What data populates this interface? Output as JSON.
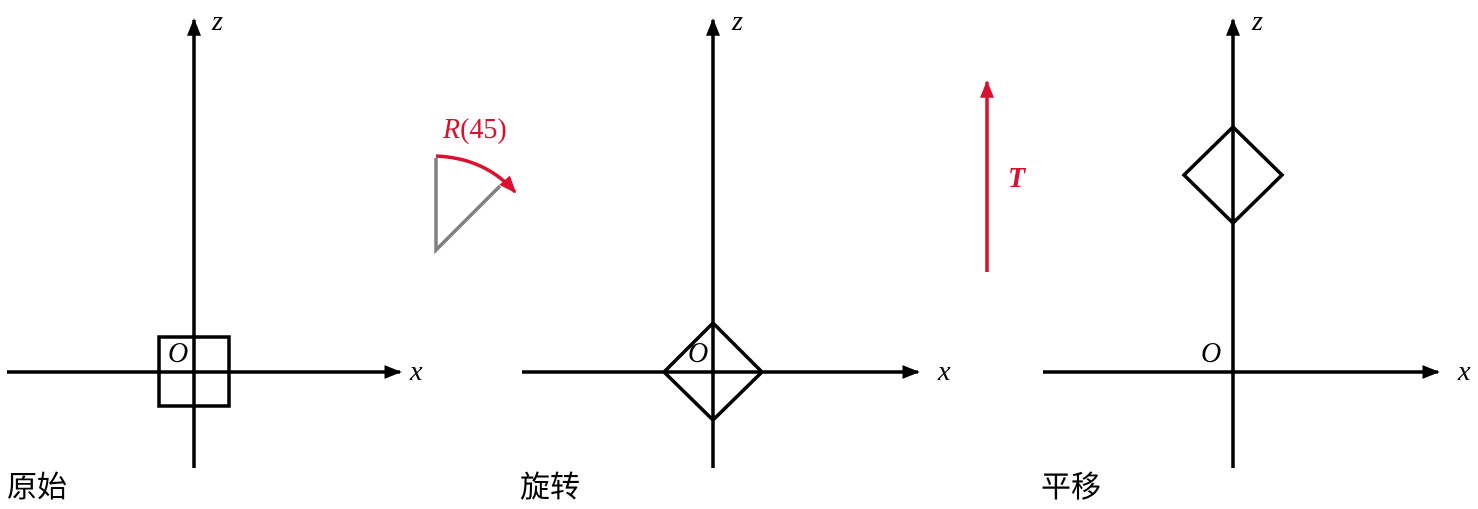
{
  "colors": {
    "axis": "#000000",
    "accent": "#d9102e",
    "guide": "#808080"
  },
  "axis_labels": {
    "x": "x",
    "z": "z",
    "origin": "O"
  },
  "panels": [
    {
      "id": "original",
      "caption": "原始"
    },
    {
      "id": "rotated",
      "caption": "旋转"
    },
    {
      "id": "translated",
      "caption": "平移"
    }
  ],
  "rotation": {
    "label_prefix": "R",
    "label_args": "(45)",
    "angle_deg": 45
  },
  "translation": {
    "label": "T"
  }
}
